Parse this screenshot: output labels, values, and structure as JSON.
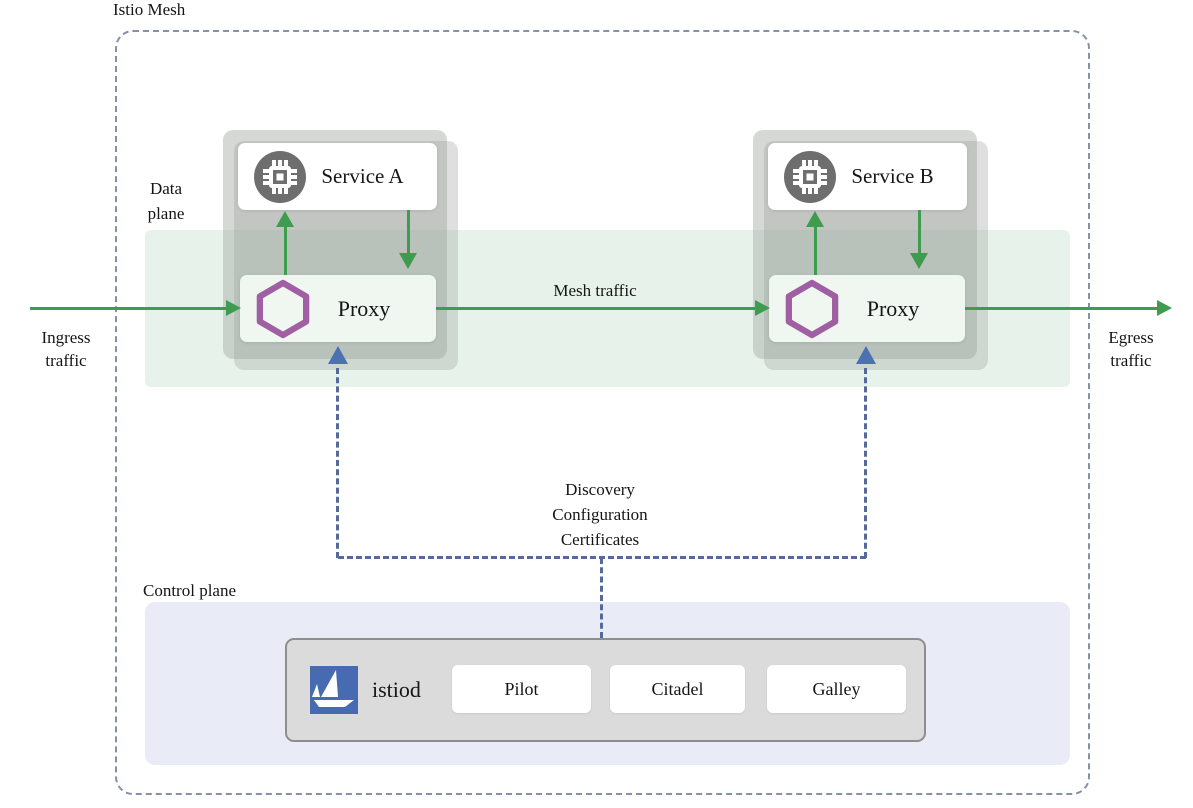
{
  "title": "Istio Mesh",
  "planes": {
    "data": {
      "label": [
        "Data",
        "plane"
      ]
    },
    "control": {
      "label": "Control plane"
    }
  },
  "traffic": {
    "ingress": [
      "Ingress",
      "traffic"
    ],
    "egress": [
      "Egress",
      "traffic"
    ],
    "mesh": "Mesh traffic"
  },
  "groups": [
    {
      "service": "Service A",
      "proxy": "Proxy"
    },
    {
      "service": "Service B",
      "proxy": "Proxy"
    }
  ],
  "control_link": {
    "lines": [
      "Discovery",
      "Configuration",
      "Certificates"
    ]
  },
  "istiod": {
    "label": "istiod",
    "components": [
      "Pilot",
      "Citadel",
      "Galley"
    ]
  },
  "icons": {
    "service": "microchip-icon",
    "proxy": "hexagon-icon",
    "istiod": "istio-sailboat-icon"
  },
  "colors": {
    "arrow_green": "#3e9c4f",
    "data_plane_band": "#e7f3ea",
    "control_plane_band": "#e9ebf7",
    "proxy_hexagon_purple": "#a05fa2",
    "control_link_blue": "#4a72b0",
    "dash_blue": "#56699b",
    "mesh_border_dash": "#8392a9",
    "istio_logo_blue": "#466bb0",
    "service_icon_gray": "#6e6e6e",
    "group_gray": "#dcdcdc",
    "istiod_box_gray": "#dbdbdb"
  }
}
